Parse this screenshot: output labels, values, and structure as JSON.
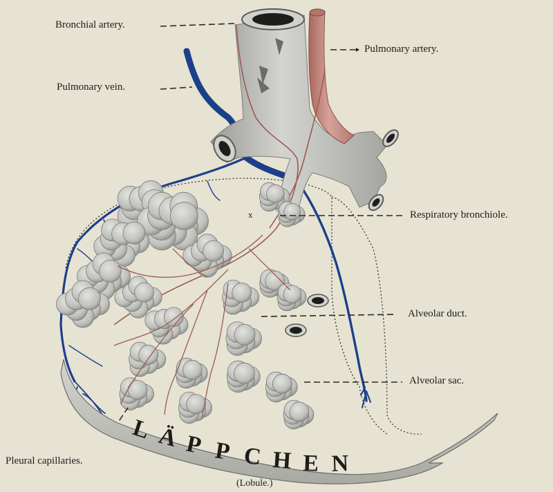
{
  "labels": {
    "bronchial_artery": "Bronchial artery.",
    "pulmonary_artery": "Pulmonary artery.",
    "pulmonary_vein": "Pulmonary vein.",
    "respiratory_bronchiole": "Respiratory  bronchiole.",
    "alveolar_duct": "Alveolar duct.",
    "alveolar_sac": "Alveolar sac.",
    "pleural_capillaries": "Pleural capillaries.",
    "x_mark": "x"
  },
  "banner": {
    "letters": [
      "L",
      "Ä",
      "P",
      "P",
      "C",
      "H",
      "E",
      "N"
    ],
    "caption": "(Lobule.)"
  },
  "colors": {
    "background": "#e6e3d3",
    "bronchus": "#c4c5c1",
    "alveoli": "#c9cac6",
    "pulmonary_artery": "#c88d82",
    "vein": "#1d3f8a",
    "capillary": "#9c5a55",
    "banner": "#c2c2bc"
  }
}
